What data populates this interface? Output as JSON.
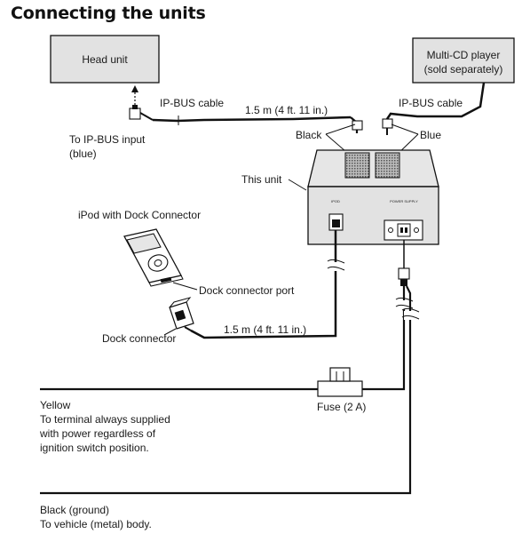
{
  "title": "Connecting the units",
  "labels": {
    "head_unit": "Head unit",
    "multi_cd_line1": "Multi-CD player",
    "multi_cd_line2": "(sold separately)",
    "ipbus_cable_left": "IP-BUS cable",
    "ipbus_cable_right": "IP-BUS cable",
    "length_top": "1.5 m (4 ft. 11 in.)",
    "to_ipbus_line1": "To IP-BUS input",
    "to_ipbus_line2": "(blue)",
    "black": "Black",
    "blue": "Blue",
    "this_unit": "This unit",
    "ipod": "iPod with Dock Connector",
    "dock_port": "Dock connector port",
    "dock_connector": "Dock connector",
    "length_bottom": "1.5 m (4 ft. 11 in.)",
    "fuse": "Fuse (2 A)",
    "yellow": "Yellow",
    "yellow_desc1": "To terminal always supplied",
    "yellow_desc2": "with power regardless of",
    "yellow_desc3": "ignition switch position.",
    "black_ground": "Black (ground)",
    "black_ground_desc": "To vehicle (metal) body."
  },
  "colors": {
    "box_fill": "#e2e2e2",
    "line": "#111111"
  }
}
